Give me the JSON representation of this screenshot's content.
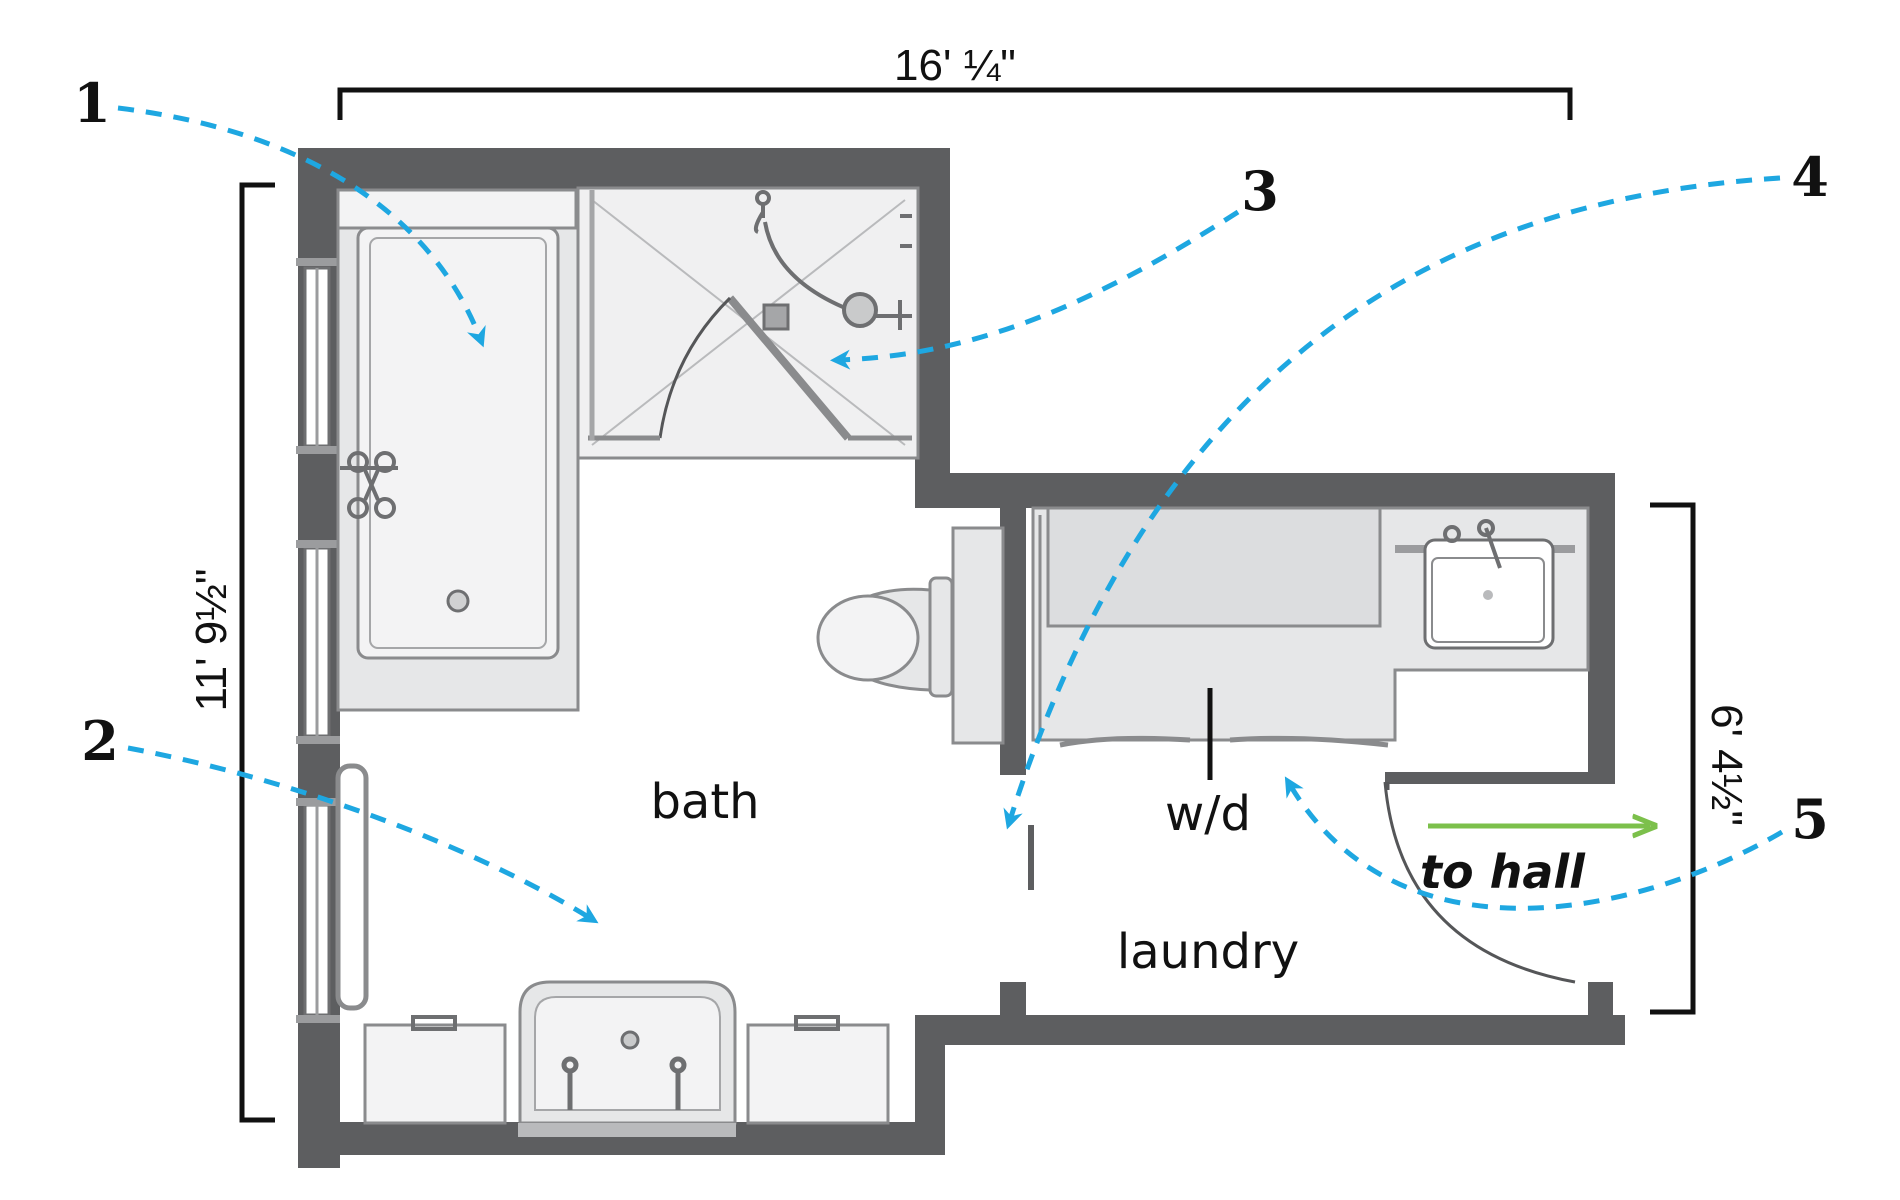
{
  "dimensions": {
    "top_width": "16' ¼\"",
    "left_height": "11' 9½\"",
    "right_height": "6' 4½\""
  },
  "rooms": {
    "bath": "bath",
    "laundry": "laundry",
    "washer_dryer": "w/d",
    "to_hall": "to hall"
  },
  "callouts": [
    "1",
    "2",
    "3",
    "4",
    "5"
  ],
  "colors": {
    "wall": "#5d5e60",
    "fixture_fill": "#e6e7e8",
    "fixture_stroke": "#8a8b8d",
    "callout_arrow": "#1ea7e1",
    "hall_arrow": "#7cc04b",
    "dimension_line": "#111111"
  }
}
